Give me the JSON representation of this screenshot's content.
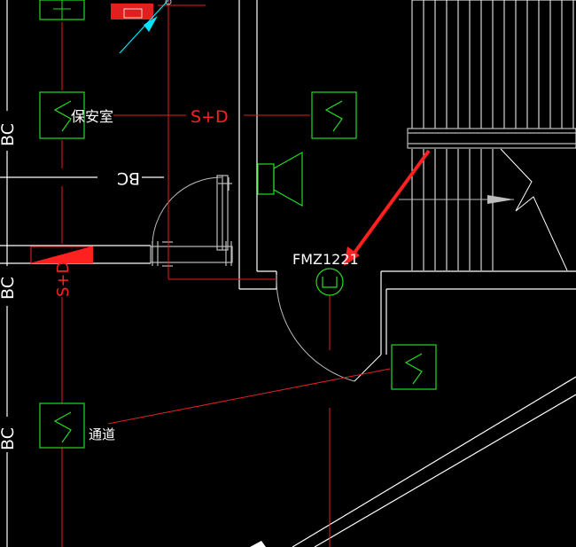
{
  "drawing": {
    "background": "#000000",
    "colors": {
      "wall": "#ffffff",
      "wire": "#e02020",
      "device": "#22dd22",
      "annotation": "#ff2020",
      "cyan": "#00e5ff",
      "gray": "#bdbdbd"
    },
    "room_labels": {
      "security_room": "保安室",
      "corridor": "通道"
    },
    "circuit_labels": {
      "sd": "S+D",
      "bc_horizontal": "BC",
      "bc_vertical_top": "BC",
      "bc_vertical_mid": "BC",
      "bc_vertical_bottom": "BC",
      "sd_vertical": "S+D"
    },
    "door_tag": "FMZ1221",
    "icons": {
      "detector": "smoke-detector-icon",
      "speaker": "speaker-horn-icon",
      "module": "circle-module-icon",
      "arrow": "red-arrow-icon"
    }
  }
}
